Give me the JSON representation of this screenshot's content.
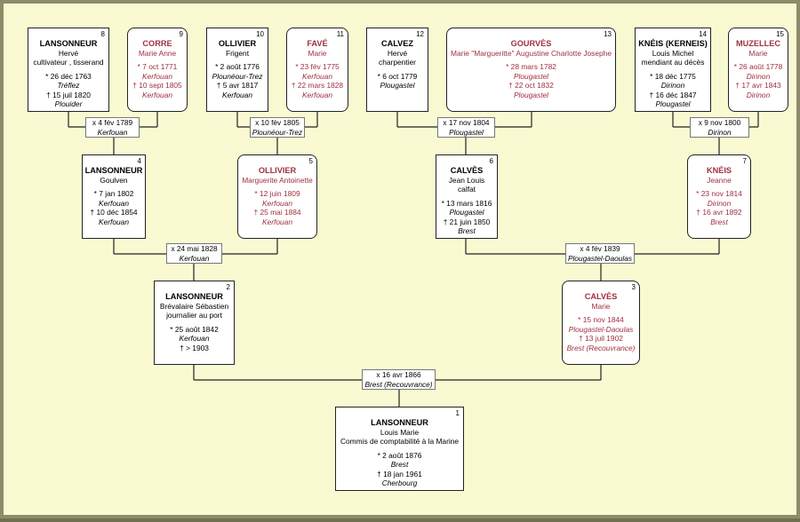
{
  "persons": {
    "p1": {
      "num": "1",
      "surname": "LANSONNEUR",
      "given": "Louis Marie",
      "occupation": "Commis de comptabilité à la Marine",
      "birth": "* 2 août 1876",
      "birth_place": "Brest",
      "death": "† 18 jan 1961",
      "death_place": "Cherbourg"
    },
    "p2": {
      "num": "2",
      "surname": "LANSONNEUR",
      "given": "Brévalaire Sébastien",
      "occupation": "journalier au port",
      "birth": "* 25 août 1842",
      "birth_place": "Kerfouan",
      "death": "† > 1903"
    },
    "p3": {
      "num": "3",
      "surname": "CALVÈS",
      "given": "Marie",
      "birth": "* 15 nov 1844",
      "birth_place": "Plougastel-Daoulas",
      "death": "† 13 juil 1902",
      "death_place": "Brest (Recouvrance)"
    },
    "p4": {
      "num": "4",
      "surname": "LANSONNEUR",
      "given": "Goulven",
      "birth": "* 7 jan 1802",
      "birth_place": "Kerfouan",
      "death": "† 10 déc 1854",
      "death_place": "Kerfouan"
    },
    "p5": {
      "num": "5",
      "surname": "OLLIVIER",
      "given": "Marguerite Antoinette",
      "birth": "* 12 juin 1809",
      "birth_place": "Kerfouan",
      "death": "† 25 mai 1884",
      "death_place": "Kerfouan"
    },
    "p6": {
      "num": "6",
      "surname": "CALVÈS",
      "given": "Jean Louis",
      "occupation": "calfat",
      "birth": "* 13 mars 1816",
      "birth_place": "Plougastel",
      "death": "† 21 juin 1850",
      "death_place": "Brest"
    },
    "p7": {
      "num": "7",
      "surname": "KNÉIS",
      "given": "Jeanne",
      "birth": "* 23 nov 1814",
      "birth_place": "Dirinon",
      "death": "† 16 avr 1892",
      "death_place": "Brest"
    },
    "p8": {
      "num": "8",
      "surname": "LANSONNEUR",
      "given": "Hervé",
      "occupation": "cultivateur , tisserand",
      "birth": "* 26 déc 1763",
      "birth_place": "Tréflez",
      "death": "† 15 juil 1820",
      "death_place": "Plouider"
    },
    "p9": {
      "num": "9",
      "surname": "CORRE",
      "given": "Marie Anne",
      "birth": "* 7 oct 1771",
      "birth_place": "Kerfouan",
      "death": "† 10 sept 1805",
      "death_place": "Kerfouan"
    },
    "p10": {
      "num": "10",
      "surname": "OLLIVIER",
      "given": "Frigent",
      "birth": "* 2 août 1776",
      "birth_place": "Plounéour-Trez",
      "death": "† 5 avr 1817",
      "death_place": "Kerfouan"
    },
    "p11": {
      "num": "11",
      "surname": "FAVÉ",
      "given": "Marie",
      "birth": "* 23 fév 1775",
      "birth_place": "Kerfouan",
      "death": "† 22 mars 1828",
      "death_place": "Kerfouan"
    },
    "p12": {
      "num": "12",
      "surname": "CALVEZ",
      "given": "Hervé",
      "occupation": "charpentier",
      "birth": "* 6 oct 1779",
      "birth_place": "Plougastel"
    },
    "p13": {
      "num": "13",
      "surname": "GOURVÈS",
      "given": "Marie \"Margueritte\" Augustine Charlotte Josephe",
      "birth": "* 28 mars 1782",
      "birth_place": "Plougastel",
      "death": "† 22 oct 1832",
      "death_place": "Plougastel"
    },
    "p14": {
      "num": "14",
      "surname": "KNÉIS (KERNEIS)",
      "given": "Louis Michel",
      "occupation": "mendiant au décès",
      "birth": "* 18 déc 1775",
      "birth_place": "Dirinon",
      "death": "† 16 déc 1847",
      "death_place": "Plougastel"
    },
    "p15": {
      "num": "15",
      "surname": "MUZELLEC",
      "given": "Marie",
      "birth": "* 26 août 1778",
      "birth_place": "Dirinon",
      "death": "† 17 avr 1843",
      "death_place": "Dirinon"
    }
  },
  "marriages": {
    "m8": {
      "date": "x 4 fév 1789",
      "place": "Kerfouan"
    },
    "m10": {
      "date": "x 10 fév 1805",
      "place": "Plounéour-Trez"
    },
    "m12": {
      "date": "x 17 nov 1804",
      "place": "Plougastel"
    },
    "m14": {
      "date": "x 9 nov 1800",
      "place": "Dirinon"
    },
    "m4": {
      "date": "x 24 mai 1828",
      "place": "Kerfouan"
    },
    "m6": {
      "date": "x 4 fév 1839",
      "place": "Plougastel-Daoulas"
    },
    "m2": {
      "date": "x 16 avr 1866",
      "place": "Brest (Recouvrance)"
    }
  },
  "colors": {
    "background": "#fafad2",
    "frame": "#8c8c6a",
    "female_text": "#a0303f",
    "line": "#222222"
  }
}
